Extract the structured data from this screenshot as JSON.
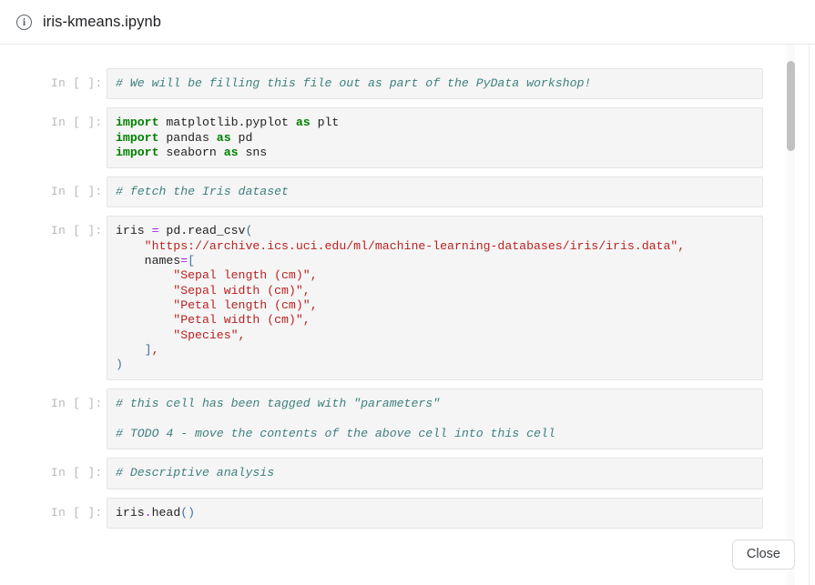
{
  "header": {
    "icon": "info-circle-icon",
    "title": "iris-kmeans.ipynb"
  },
  "notebook": {
    "prompt_label": "In [ ]:",
    "cells": [
      {
        "id": "cell-1",
        "type": "code",
        "prompt": "In [ ]:",
        "source": "# We will be filling this file out as part of the PyData workshop!"
      },
      {
        "id": "cell-2",
        "type": "code",
        "prompt": "In [ ]:",
        "source": "import matplotlib.pyplot as plt\nimport pandas as pd\nimport seaborn as sns"
      },
      {
        "id": "cell-3",
        "type": "code",
        "prompt": "In [ ]:",
        "source": "# fetch the Iris dataset"
      },
      {
        "id": "cell-4",
        "type": "code",
        "prompt": "In [ ]:",
        "source": "iris = pd.read_csv(\n    \"https://archive.ics.uci.edu/ml/machine-learning-databases/iris/iris.data\",\n    names=[\n        \"Sepal length (cm)\",\n        \"Sepal width (cm)\",\n        \"Petal length (cm)\",\n        \"Petal width (cm)\",\n        \"Species\",\n    ],\n)"
      },
      {
        "id": "cell-5",
        "type": "code",
        "prompt": "In [ ]:",
        "source": "# this cell has been tagged with \"parameters\"\n\n# TODO 4 - move the contents of the above cell into this cell"
      },
      {
        "id": "cell-6",
        "type": "code",
        "prompt": "In [ ]:",
        "source": "# Descriptive analysis"
      },
      {
        "id": "cell-7",
        "type": "code",
        "prompt": "In [ ]:",
        "source": "iris.head()"
      }
    ]
  },
  "cell_text": {
    "c1_l1": "# We will be filling this file out as part of the PyData workshop!",
    "c2_l1_kw": "import",
    "c2_l1_mod": " matplotlib.pyplot ",
    "c2_l1_as": "as",
    "c2_l1_alias": " plt",
    "c2_l2_kw": "import",
    "c2_l2_mod": " pandas ",
    "c2_l2_as": "as",
    "c2_l2_alias": " pd",
    "c2_l3_kw": "import",
    "c2_l3_mod": " seaborn ",
    "c2_l3_as": "as",
    "c2_l3_alias": " sns",
    "c3_l1": "# fetch the Iris dataset",
    "c4_l1_a": "iris ",
    "c4_l1_eq": "=",
    "c4_l1_b": " pd.read_csv",
    "c4_l1_paren": "(",
    "c4_l2_url": "    \"https://archive.ics.uci.edu/ml/machine-learning-databases/iris/iris.data\"",
    "c4_l2_comma": ",",
    "c4_l3_names": "    names",
    "c4_l3_eq": "=",
    "c4_l3_brk": "[",
    "c4_l4_str": "        \"Sepal length (cm)\"",
    "c4_l4_comma": ",",
    "c4_l5_str": "        \"Sepal width (cm)\"",
    "c4_l5_comma": ",",
    "c4_l6_str": "        \"Petal length (cm)\"",
    "c4_l6_comma": ",",
    "c4_l7_str": "        \"Petal width (cm)\"",
    "c4_l7_comma": ",",
    "c4_l8_str": "        \"Species\"",
    "c4_l8_comma": ",",
    "c4_l9_brk": "    ]",
    "c4_l9_comma": ",",
    "c4_l10_paren": ")",
    "c5_l1": "# this cell has been tagged with \"parameters\"",
    "c5_l3": "# TODO 4 - move the contents of the above cell into this cell",
    "c6_l1": "# Descriptive analysis",
    "c7_l1_obj": "iris",
    "c7_l1_dot": ".",
    "c7_l1_meth": "head",
    "c7_l1_parens": "()"
  },
  "footer": {
    "close_label": "Close"
  },
  "colors": {
    "comment": "#408080",
    "keyword": "#008000",
    "string": "#ba2121",
    "operator": "#a020f0",
    "bracket": "#4070a0",
    "cell_background": "#f5f5f5",
    "cell_border": "#e4e4e4",
    "prompt": "#b8b8b8",
    "scrollbar_thumb": "#c1c1c1"
  }
}
